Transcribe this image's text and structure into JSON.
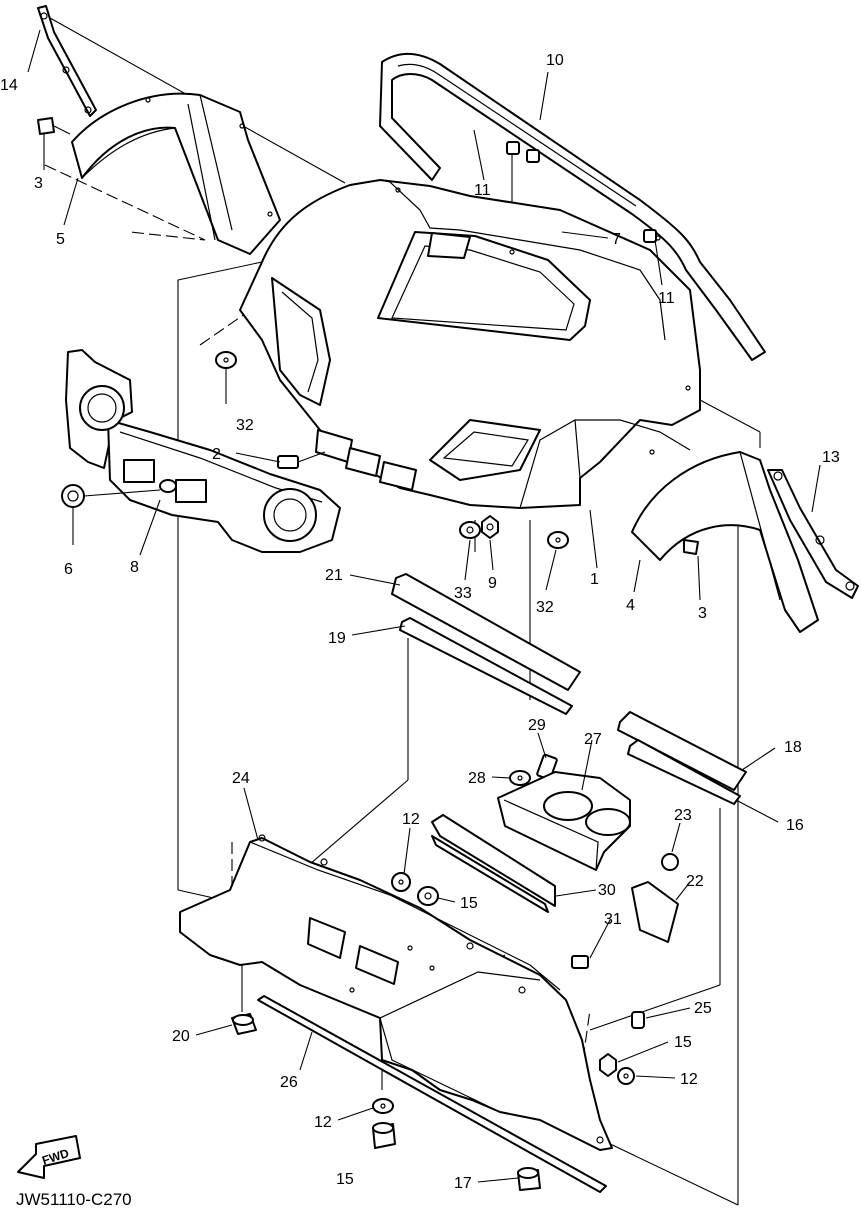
{
  "diagram_code": "JW51110-C270",
  "fwd_label": "FWD",
  "callouts": {
    "c1": "1",
    "c2": "2",
    "c3a": "3",
    "c3b": "3",
    "c4": "4",
    "c5": "5",
    "c6": "6",
    "c7": "7",
    "c8": "8",
    "c9": "9",
    "c10": "10",
    "c11a": "11",
    "c11b": "11",
    "c12a": "12",
    "c12b": "12",
    "c12c": "12",
    "c13": "13",
    "c14": "14",
    "c15a": "15",
    "c15b": "15",
    "c15c": "15",
    "c16": "16",
    "c17": "17",
    "c18": "18",
    "c19": "19",
    "c20": "20",
    "c21": "21",
    "c22": "22",
    "c23": "23",
    "c24": "24",
    "c25": "25",
    "c26": "26",
    "c27": "27",
    "c28": "28",
    "c29": "29",
    "c30": "30",
    "c31": "31",
    "c32a": "32",
    "c32b": "32",
    "c33": "33"
  }
}
